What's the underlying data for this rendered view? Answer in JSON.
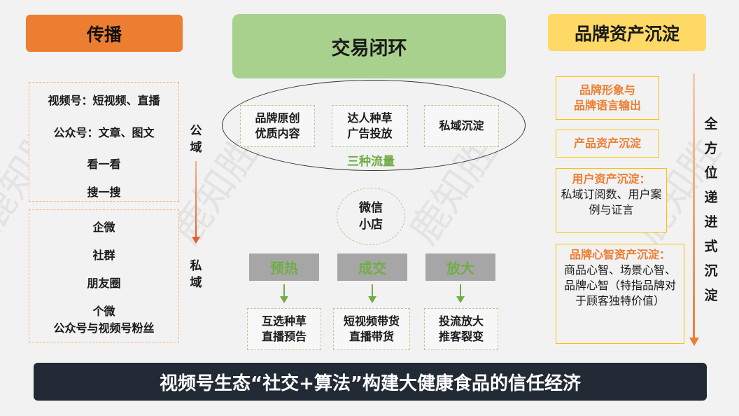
{
  "headers": {
    "left": "传播",
    "center": "交易闭环",
    "right": "品牌资产沉淀"
  },
  "left_panel": {
    "public_items": [
      "视频号：短视频、直播",
      "公众号：文章、图文",
      "看一看",
      "搜一搜"
    ],
    "private_items": [
      "企微",
      "社群",
      "朋友圈",
      "个微",
      "公众号与视频号粉丝"
    ],
    "public_label": "公\n域",
    "private_label": "私\n域"
  },
  "center": {
    "traffic_sources": [
      "品牌原创\n优质内容",
      "达人种草\n广告投放",
      "私域沉淀"
    ],
    "traffic_label": "三种流量",
    "store": "微信\n小店",
    "stages": [
      "预热",
      "成交",
      "放大"
    ],
    "actions": [
      "互选种草\n直播预告",
      "短视频带货\n直播带货",
      "投流放大\n推客裂变"
    ]
  },
  "right_panel": {
    "assets": [
      {
        "title": "品牌形象与\n品牌语言输出",
        "body": ""
      },
      {
        "title": "产品资产沉淀",
        "body": ""
      },
      {
        "title": "用户资产沉淀：",
        "body": "私域订阅数、用户案例与证言"
      },
      {
        "title": "品牌心智资产沉淀：",
        "body": "商品心智、场景心智、品牌心智（特指品牌对于顾客独特价值）"
      }
    ],
    "vertical_label": "全方位递进式沉淀"
  },
  "footer": "视频号生态“社交+算法”构建大健康食品的信任经济",
  "watermark": "鹿知胜",
  "colors": {
    "orange": "#ed7d31",
    "green": "#a9d18e",
    "green_text": "#70ad47",
    "yellow": "#ffd966",
    "dark": "#222a35"
  }
}
